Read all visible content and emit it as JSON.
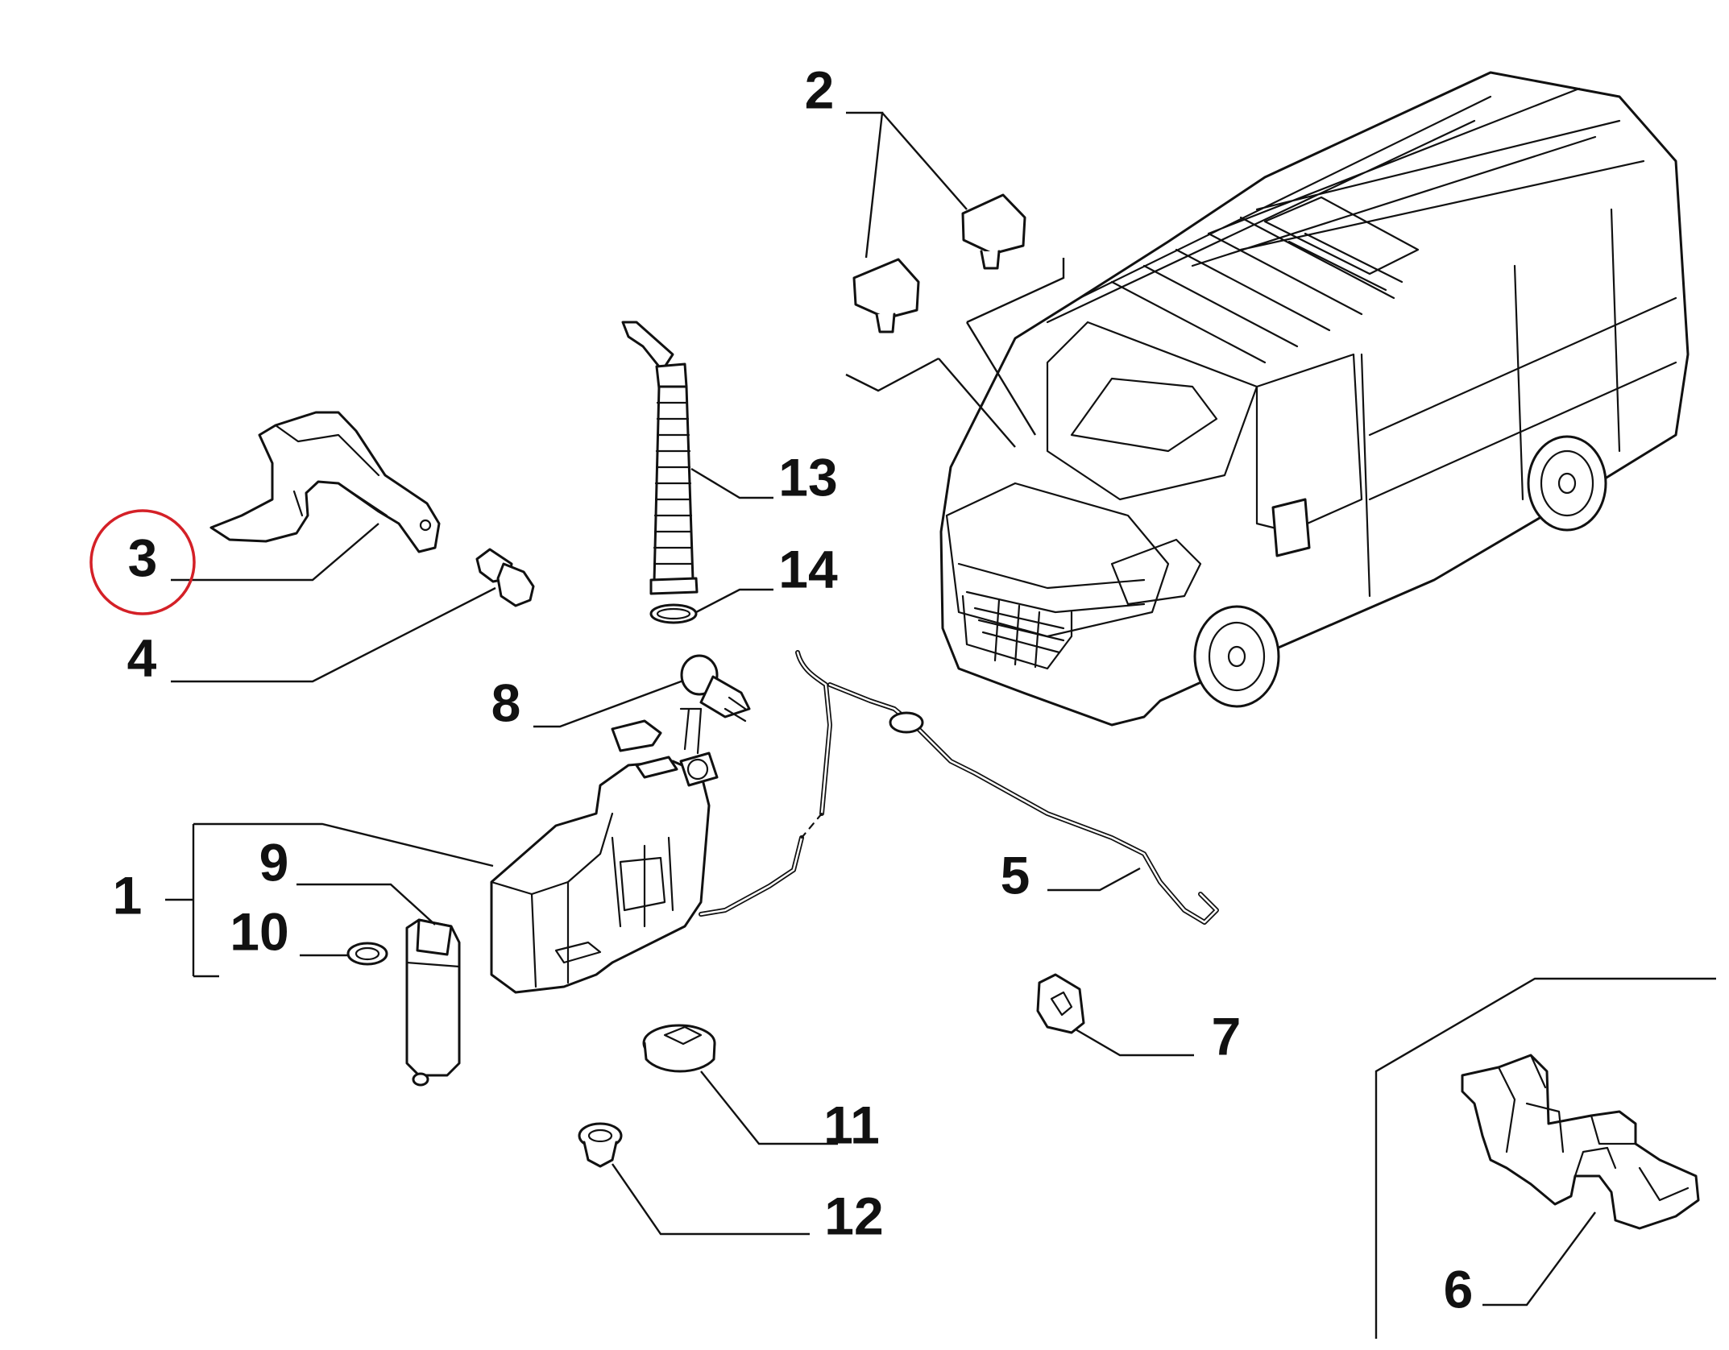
{
  "callouts": {
    "c1": "1",
    "c2": "2",
    "c3": "3",
    "c4": "4",
    "c5": "5",
    "c6": "6",
    "c7": "7",
    "c8": "8",
    "c9": "9",
    "c10": "10",
    "c11": "11",
    "c12": "12",
    "c13": "13",
    "c14": "14"
  },
  "highlight": {
    "part": "3",
    "color": "#d42027"
  },
  "colors": {
    "ink": "#111111",
    "background": "#ffffff"
  }
}
